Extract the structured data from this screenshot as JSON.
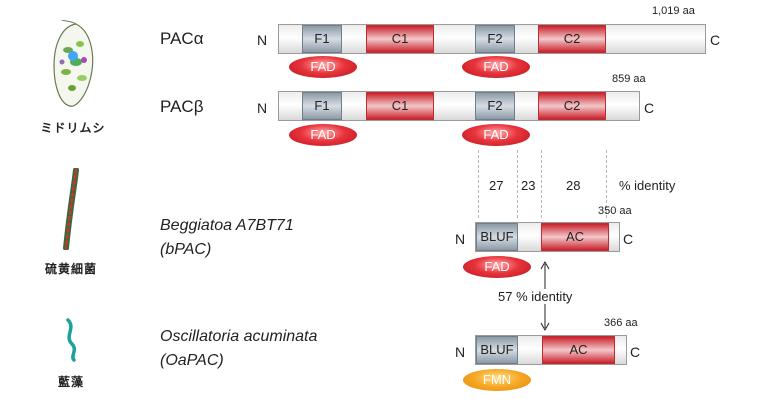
{
  "organisms": {
    "euglena": "ミドリムシ",
    "sulfur_bacteria": "硫黄細菌",
    "cyanobacteria": "藍藻"
  },
  "proteins": {
    "pac_alpha": {
      "name": "PACα",
      "length": "1,019 aa",
      "n": "N",
      "c": "C",
      "domains": {
        "f1": "F1",
        "c1": "C1",
        "f2": "F2",
        "c2": "C2"
      },
      "cofactors": [
        "FAD",
        "FAD"
      ]
    },
    "pac_beta": {
      "name": "PACβ",
      "length": "859 aa",
      "n": "N",
      "c": "C",
      "domains": {
        "f1": "F1",
        "c1": "C1",
        "f2": "F2",
        "c2": "C2"
      },
      "cofactors": [
        "FAD",
        "FAD"
      ]
    },
    "bpac": {
      "name_line1": "Beggiatoa A7BT71",
      "name_line2": "(bPAC)",
      "length": "350 aa",
      "n": "N",
      "c": "C",
      "domains": {
        "bluf": "BLUF",
        "ac": "AC"
      },
      "cofactor": "FAD"
    },
    "oapac": {
      "name_line1": "Oscillatoria acuminata",
      "name_line2": "(OaPAC)",
      "length": "366 aa",
      "n": "N",
      "c": "C",
      "domains": {
        "bluf": "BLUF",
        "ac": "AC"
      },
      "cofactor": "FMN"
    }
  },
  "identity": {
    "values": [
      "27",
      "23",
      "28"
    ],
    "label": "% identity",
    "bpac_oapac": "57 % identity"
  },
  "colors": {
    "flavin_domain": "#8c9aa6",
    "cyclase_domain": "#c9222c",
    "fad": "#e8343c",
    "fmn": "#f6a622",
    "bar": "#e6e6e6"
  }
}
